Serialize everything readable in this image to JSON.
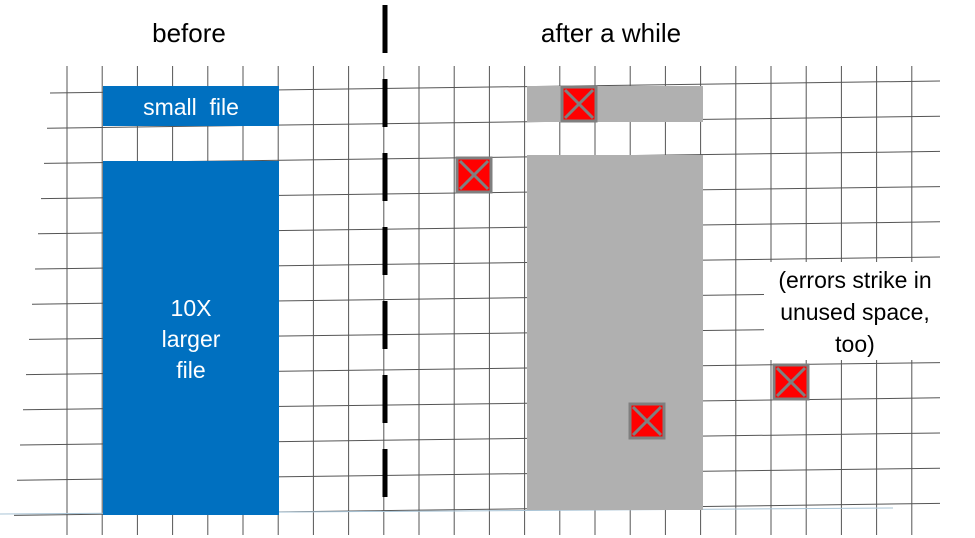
{
  "headings": {
    "left": "before",
    "right": "after a while"
  },
  "blocks": {
    "small_file": "small  file",
    "large_file_lines": [
      "10X",
      "larger",
      "file"
    ]
  },
  "note_lines": [
    "(errors strike in",
    "unused space,",
    "too)"
  ],
  "error_marker_count": 4,
  "colors": {
    "file_blue": "#0070c0",
    "faded_gray": "#b0b0b0",
    "error_red": "#ff0000",
    "error_border": "#7f7f7f",
    "grid_line": "#555555",
    "divider": "#000000"
  }
}
